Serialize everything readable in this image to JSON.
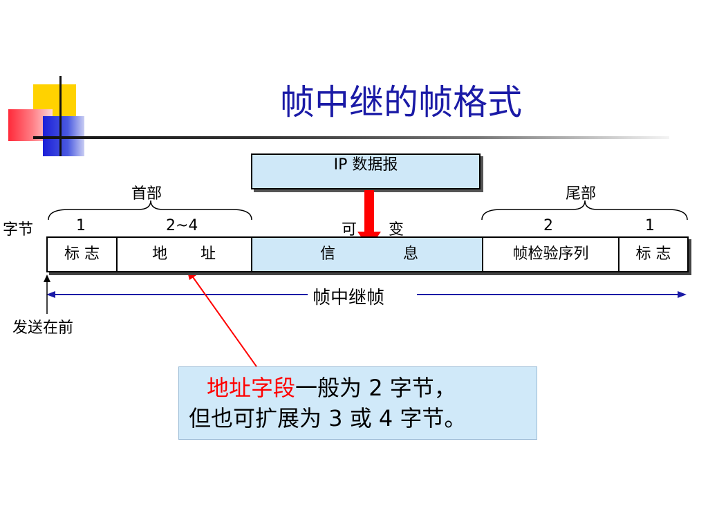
{
  "title": "帧中继的帧格式",
  "ip_datagram_label": "IP 数据报",
  "header_label": "首部",
  "trailer_label": "尾部",
  "bytes_label": "字节",
  "byte_counts": {
    "flag1": "1",
    "address": "2~4",
    "info_a": "可",
    "info_b": "变",
    "fcs": "2",
    "flag2": "1"
  },
  "fields": {
    "flag1": "标 志",
    "address_a": "地",
    "address_b": "址",
    "info_a": "信",
    "info_b": "息",
    "fcs": "帧检验序列",
    "flag2": "标 志"
  },
  "frame_label": "帧中继帧",
  "send_first_label": "发送在前",
  "callout": {
    "highlight": "地址字段",
    "line1_rest": "一般为 2 字节，",
    "line2": "但也可扩展为 3 或 4 字节。"
  },
  "colors": {
    "title": "#1a1aa6",
    "box_fill": "#cfe8f8",
    "arrow_red": "#ff0000",
    "frame_line": "#1a1aa6"
  }
}
